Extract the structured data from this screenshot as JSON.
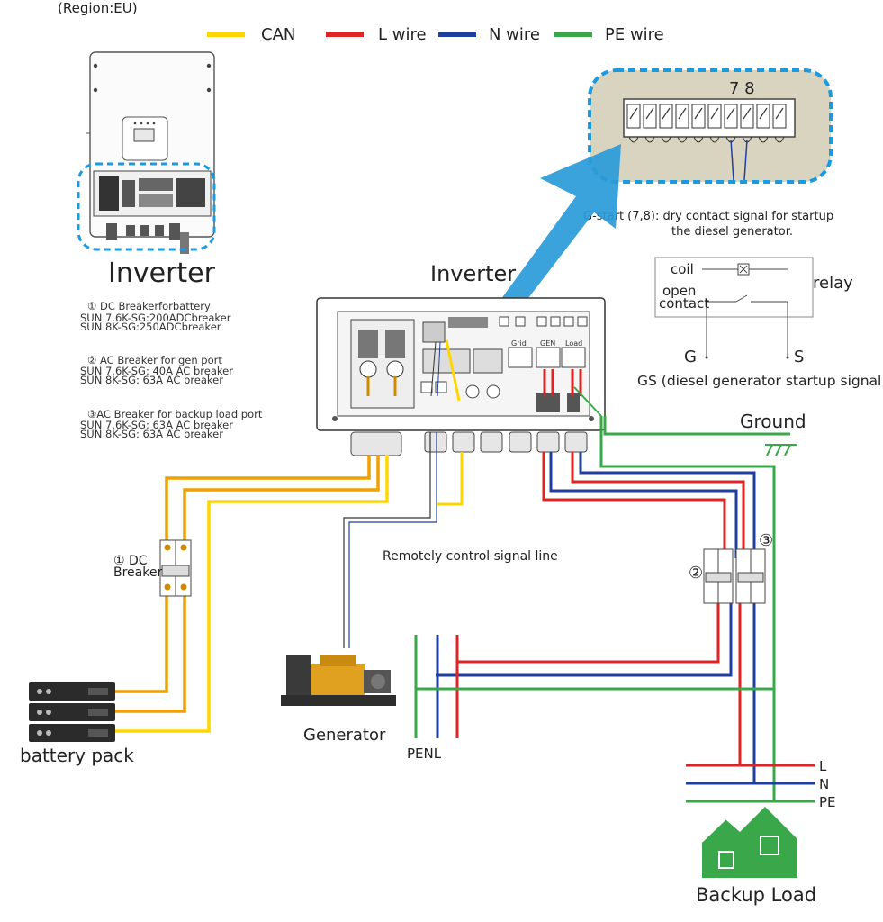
{
  "header": {
    "region": "(Region:EU)"
  },
  "legend": {
    "items": [
      {
        "label": "CAN",
        "color": "#ffd700"
      },
      {
        "label": "L wire",
        "color": "#e02424"
      },
      {
        "label": "N wire",
        "color": "#1f3f9f"
      },
      {
        "label": "PE wire",
        "color": "#3aa84a"
      }
    ]
  },
  "inverter_front": {
    "title": "Inverter",
    "notes": [
      {
        "head": "① DC Breakerforbattery",
        "lines": [
          "SUN 7.6K-SG:200ADCbreaker",
          "SUN 8K-SG:250ADCbreaker"
        ]
      },
      {
        "head": "②  AC Breaker for gen port",
        "lines": [
          "SUN 7.6K-SG: 40A AC breaker",
          "SUN 8K-SG: 63A AC breaker"
        ]
      },
      {
        "head": "③AC Breaker for backup load port",
        "lines": [
          "SUN 7.6K-SG: 63A AC breaker",
          "SUN 8K-SG: 63A AC breaker"
        ]
      }
    ]
  },
  "inverter_panel": {
    "title": "Inverter",
    "port_labels": [
      "Grid",
      "GEN",
      "Load"
    ]
  },
  "terminal_block": {
    "pin_numbers": "7 8",
    "caption_line1": "G-start (7,8): dry contact signal for startup",
    "caption_line2": "the diesel generator."
  },
  "relay": {
    "coil": "coil",
    "open_contact_1": "open",
    "open_contact_2": "contact",
    "label": "relay",
    "terminal_g": "G",
    "terminal_s": "S",
    "caption": "GS (diesel generator startup signal)"
  },
  "labels": {
    "ground": "Ground",
    "remote_signal": "Remotely control signal line",
    "dc_breaker_1": "① DC",
    "dc_breaker_2": "Breaker",
    "circle_2": "②",
    "circle_3": "③",
    "battery_pack": "battery pack",
    "generator": "Generator",
    "penl": "PENL",
    "load_l": "L",
    "load_n": "N",
    "load_pe": "PE",
    "backup_load": "Backup Load"
  }
}
